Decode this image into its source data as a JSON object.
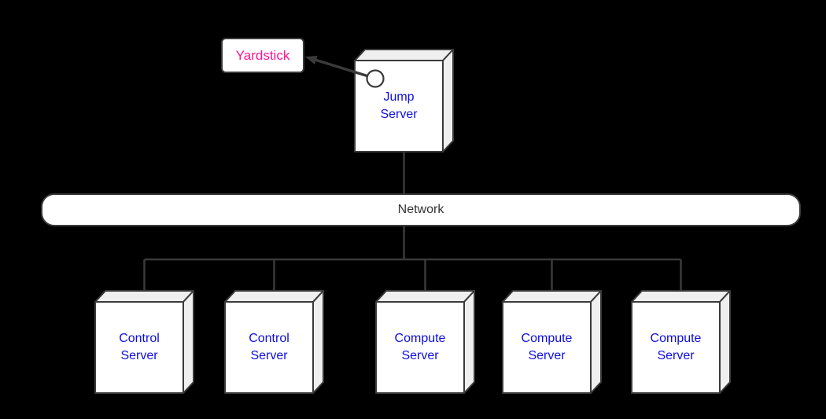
{
  "diagram_type": "network-topology",
  "colors": {
    "background": "#000000",
    "stroke": "#3a3a3a",
    "node_front_face": "#ffffff",
    "node_side_face": "#efefef",
    "server_label_text": "#0d0de0",
    "yardstick_label_text": "#ff1493",
    "network_label_text": "#333333"
  },
  "nodes": {
    "yardstick": {
      "label": "Yardstick"
    },
    "jump_server": {
      "label": "Jump Server"
    },
    "network": {
      "label": "Network"
    },
    "servers": [
      {
        "label": "Control Server"
      },
      {
        "label": "Control Server"
      },
      {
        "label": "Compute Server"
      },
      {
        "label": "Compute Server"
      },
      {
        "label": "Compute Server"
      }
    ]
  },
  "icons": {
    "port_circle": "connection-port on Jump Server front face",
    "arrowhead": "filled triangle pointing at Yardstick"
  },
  "edges": [
    {
      "from": "jump_server_port",
      "to": "yardstick",
      "style": "arrow"
    },
    {
      "from": "jump_server",
      "to": "network",
      "style": "line"
    },
    {
      "from": "network",
      "to": "servers",
      "style": "tree"
    }
  ]
}
